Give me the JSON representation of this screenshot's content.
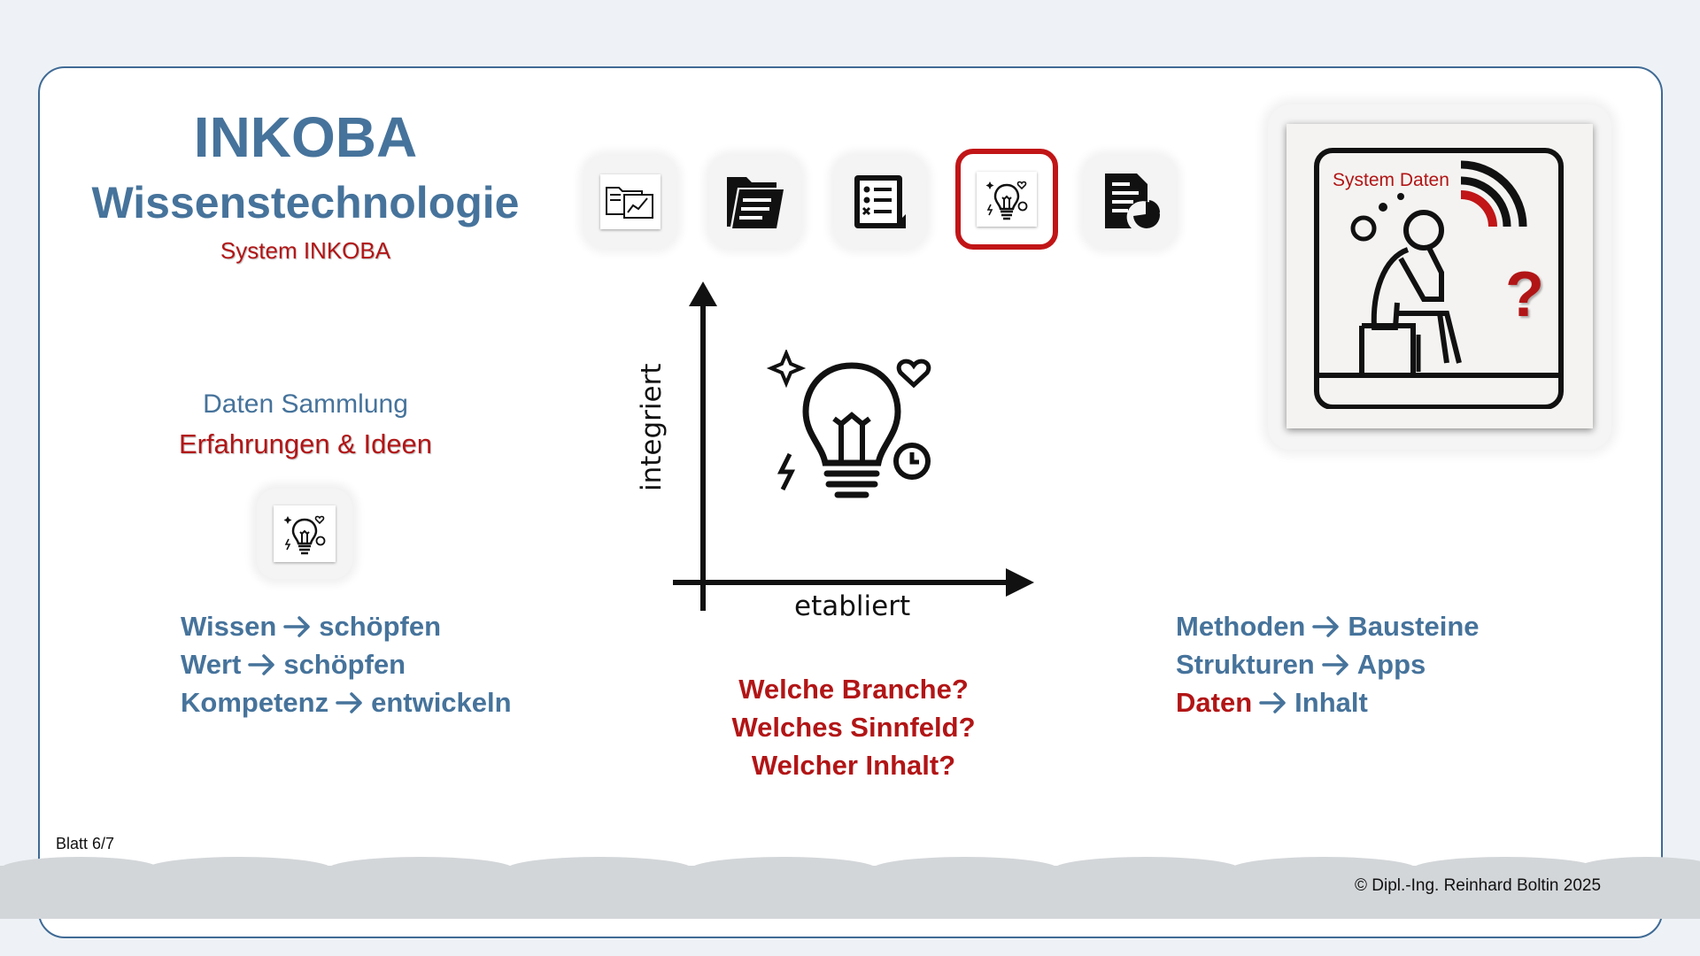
{
  "header": {
    "title": "INKOBA",
    "subtitle": "Wissenstechnologie",
    "system_label": "System INKOBA"
  },
  "left": {
    "daten_sammlung": "Daten Sammlung",
    "erfahrungen": "Erfahrungen & Ideen",
    "items": [
      {
        "from": "Wissen",
        "to": "schöpfen"
      },
      {
        "from": "Wert",
        "to": "schöpfen"
      },
      {
        "from": "Kompetenz",
        "to": "entwickeln"
      }
    ]
  },
  "top_icons": [
    {
      "name": "folder-chart-icon",
      "selected": false
    },
    {
      "name": "folder-documents-icon",
      "selected": false
    },
    {
      "name": "checklist-icon",
      "selected": false
    },
    {
      "name": "idea-bulb-icon",
      "selected": true
    },
    {
      "name": "document-pie-icon",
      "selected": false
    }
  ],
  "center": {
    "y_axis_label": "integriert",
    "x_axis_label": "etabliert",
    "questions": [
      "Welche Branche?",
      "Welches Sinnfeld?",
      "Welcher Inhalt?"
    ]
  },
  "right": {
    "card_label": "System Daten",
    "question_mark": "?",
    "items": [
      {
        "from": "Methoden",
        "to": "Bausteine",
        "from_red": false
      },
      {
        "from": "Strukturen",
        "to": "Apps",
        "from_red": false
      },
      {
        "from": "Daten",
        "to": "Inhalt",
        "from_red": true
      }
    ]
  },
  "footer": {
    "page": "Blatt 6/7",
    "copyright": "© Dipl.-Ing. Reinhard Boltin 2025"
  },
  "colors": {
    "blue": "#46739b",
    "red": "#b21516",
    "frame": "#3f6a95"
  }
}
